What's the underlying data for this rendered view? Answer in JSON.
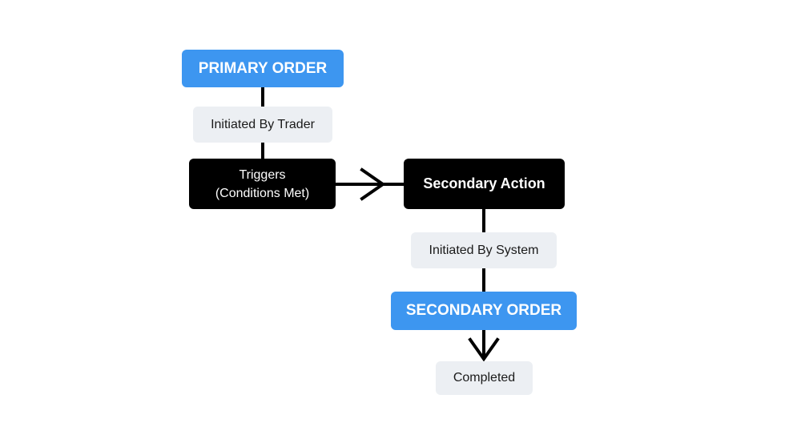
{
  "nodes": {
    "primary_order": "PRIMARY ORDER",
    "initiated_by_trader": "Initiated By Trader",
    "triggers_line1": "Triggers",
    "triggers_line2": "(Conditions Met)",
    "secondary_action": "Secondary Action",
    "initiated_by_system": "Initiated By System",
    "secondary_order": "SECONDARY ORDER",
    "completed": "Completed"
  },
  "colors": {
    "primary_blue": "#3d96f0",
    "action_black": "#000000",
    "label_gray": "#eceff3"
  }
}
